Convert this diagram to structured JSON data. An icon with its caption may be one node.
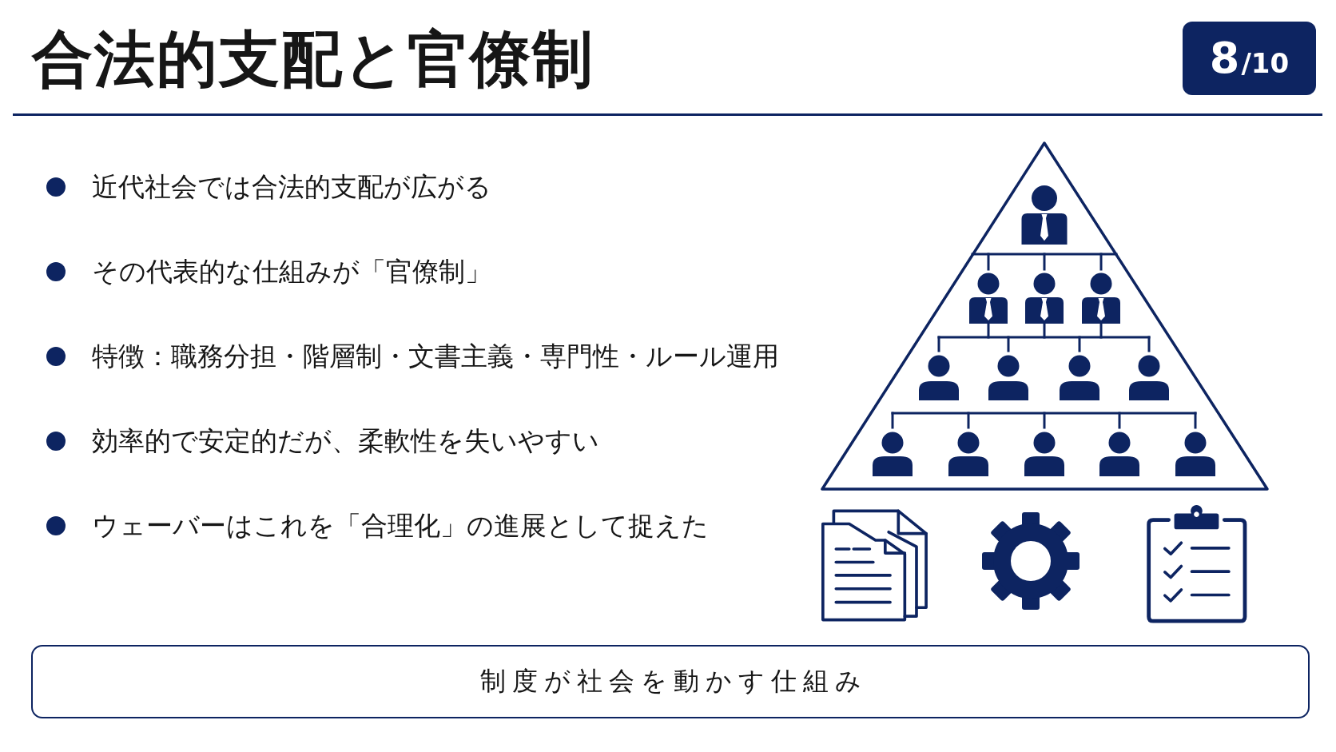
{
  "diagram": {
    "title": "合法的支配と官僚制",
    "nodes": [
      {
        "text": [
          "8/10"
        ]
      },
      {
        "text": [
          "制度が社会を動かす仕組み"
        ]
      }
    ],
    "labels": [
      "近代社会では合法的支配が広がる",
      "その代表的な仕組みが「官僚制」",
      "特徴：職務分担・階層制・文書主義・専門性・ルール運用",
      "効率的で安定的だが、柔軟性を失いやすい",
      "ウェーバーはこれを「合理化」の進展として捉えた"
    ]
  }
}
